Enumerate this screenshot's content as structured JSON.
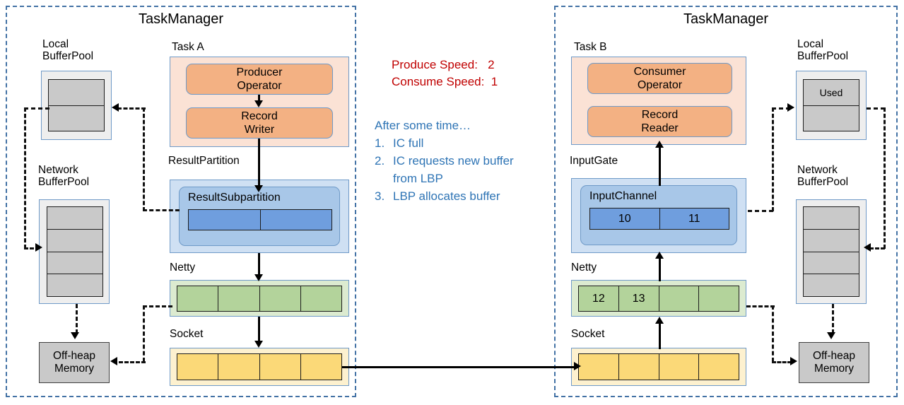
{
  "left_taskmanager": {
    "title": "TaskManager",
    "local_buffer_pool": {
      "label": "Local\nBufferPool",
      "cells": [
        "",
        ""
      ]
    },
    "network_buffer_pool": {
      "label": "Network\nBufferPool",
      "cells": [
        "",
        "",
        "",
        ""
      ]
    },
    "off_heap_memory": {
      "label": "Off-heap\nMemory"
    },
    "task": {
      "caption": "Task A",
      "operator": "Producer\nOperator",
      "record_io": "Record\nWriter"
    },
    "result_partition": {
      "caption": "ResultPartition",
      "inner_label": "ResultSubpartition",
      "cells": [
        "",
        ""
      ]
    },
    "netty": {
      "caption": "Netty",
      "cells": [
        "",
        "",
        "",
        ""
      ]
    },
    "socket": {
      "caption": "Socket",
      "cells": [
        "",
        "",
        "",
        ""
      ]
    }
  },
  "right_taskmanager": {
    "title": "TaskManager",
    "local_buffer_pool": {
      "label": "Local\nBufferPool",
      "cells": [
        "Used",
        ""
      ]
    },
    "network_buffer_pool": {
      "label": "Network\nBufferPool",
      "cells": [
        "",
        "",
        "",
        ""
      ]
    },
    "off_heap_memory": {
      "label": "Off-heap\nMemory"
    },
    "task": {
      "caption": "Task B",
      "operator": "Consumer\nOperator",
      "record_io": "Record\nReader"
    },
    "input_gate": {
      "caption": "InputGate",
      "inner_label": "InputChannel",
      "cells": [
        "10",
        "11"
      ]
    },
    "netty": {
      "caption": "Netty",
      "cells": [
        "12",
        "13",
        "",
        ""
      ]
    },
    "socket": {
      "caption": "Socket",
      "cells": [
        "",
        "",
        "",
        ""
      ]
    }
  },
  "annotations": {
    "speed": "Produce Speed:   2\nConsume Speed:  1",
    "speed_color": "#c00000",
    "note_color": "#2e74b5",
    "note_heading": "After some time…",
    "note_items": [
      {
        "num": "1.",
        "text": "IC full"
      },
      {
        "num": "2.",
        "text": "IC requests new buffer\nfrom LBP"
      },
      {
        "num": "3.",
        "text": "LBP allocates buffer"
      }
    ]
  },
  "colors": {
    "taskmanager_border": "#4372a5",
    "orange_panel": "#fbe2d5",
    "orange_box": "#f3b183",
    "blue_panel": "#cfe0f3",
    "blue_box": "#a8c7e8",
    "blue_cell": "#6f9ede",
    "green_panel": "#dcebd0",
    "green_cell": "#b3d39b",
    "yellow_panel": "#fdf1cf",
    "yellow_cell": "#fbd978",
    "gray_cell": "#c9c9c9"
  }
}
